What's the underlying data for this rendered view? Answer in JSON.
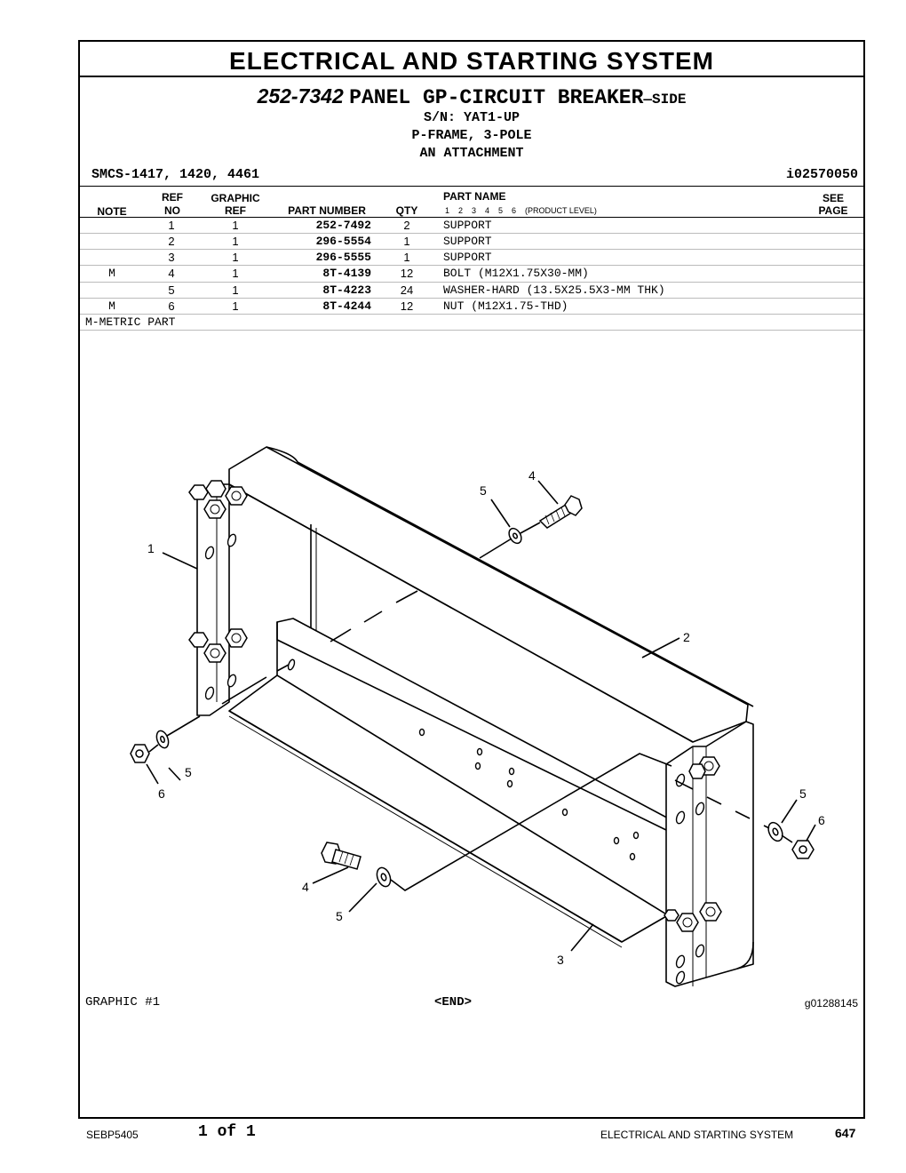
{
  "header": {
    "title": "ELECTRICAL AND STARTING SYSTEM",
    "part_number": "252-7342",
    "part_title": "PANEL GP-CIRCUIT BREAKER",
    "part_suffix": "—SIDE",
    "lines": [
      "S/N: YAT1-UP",
      "P-FRAME, 3-POLE",
      "AN ATTACHMENT"
    ],
    "smcs": "SMCS-1417, 1420, 4461",
    "ident": "i02570050"
  },
  "table": {
    "headers": {
      "note": "NOTE",
      "ref_top": "REF",
      "ref_bottom": "NO",
      "graphic_top": "GRAPHIC",
      "graphic_bottom": "REF",
      "part_number": "PART NUMBER",
      "qty": "QTY",
      "part_name": "PART NAME",
      "product_level": "1    2    3    4    5    6    (PRODUCT LEVEL)",
      "see_top": "SEE",
      "see_bottom": "PAGE"
    },
    "rows": [
      {
        "note": "",
        "ref": "1",
        "graphic": "1",
        "part_number": "252-7492",
        "qty": "2",
        "name": "SUPPORT"
      },
      {
        "note": "",
        "ref": "2",
        "graphic": "1",
        "part_number": "296-5554",
        "qty": "1",
        "name": "SUPPORT"
      },
      {
        "note": "",
        "ref": "3",
        "graphic": "1",
        "part_number": "296-5555",
        "qty": "1",
        "name": "SUPPORT"
      },
      {
        "note": "M",
        "ref": "4",
        "graphic": "1",
        "part_number": "8T-4139",
        "qty": "12",
        "name": "BOLT (M12X1.75X30-MM)"
      },
      {
        "note": "",
        "ref": "5",
        "graphic": "1",
        "part_number": "8T-4223",
        "qty": "24",
        "name": "WASHER-HARD (13.5X25.5X3-MM THK)"
      },
      {
        "note": "M",
        "ref": "6",
        "graphic": "1",
        "part_number": "8T-4244",
        "qty": "12",
        "name": "NUT (M12X1.75-THD)"
      }
    ],
    "metric_note": "M-METRIC PART"
  },
  "drawing": {
    "callouts": [
      "1",
      "2",
      "3",
      "4",
      "5",
      "5",
      "6",
      "5",
      "6",
      "4",
      "5"
    ]
  },
  "graphic": {
    "label": "GRAPHIC #1",
    "end": "<END>",
    "id": "g01288145"
  },
  "footer": {
    "doc": "SEBP5405",
    "page_of": "1 of 1",
    "section": "ELECTRICAL AND STARTING SYSTEM",
    "page": "647"
  }
}
